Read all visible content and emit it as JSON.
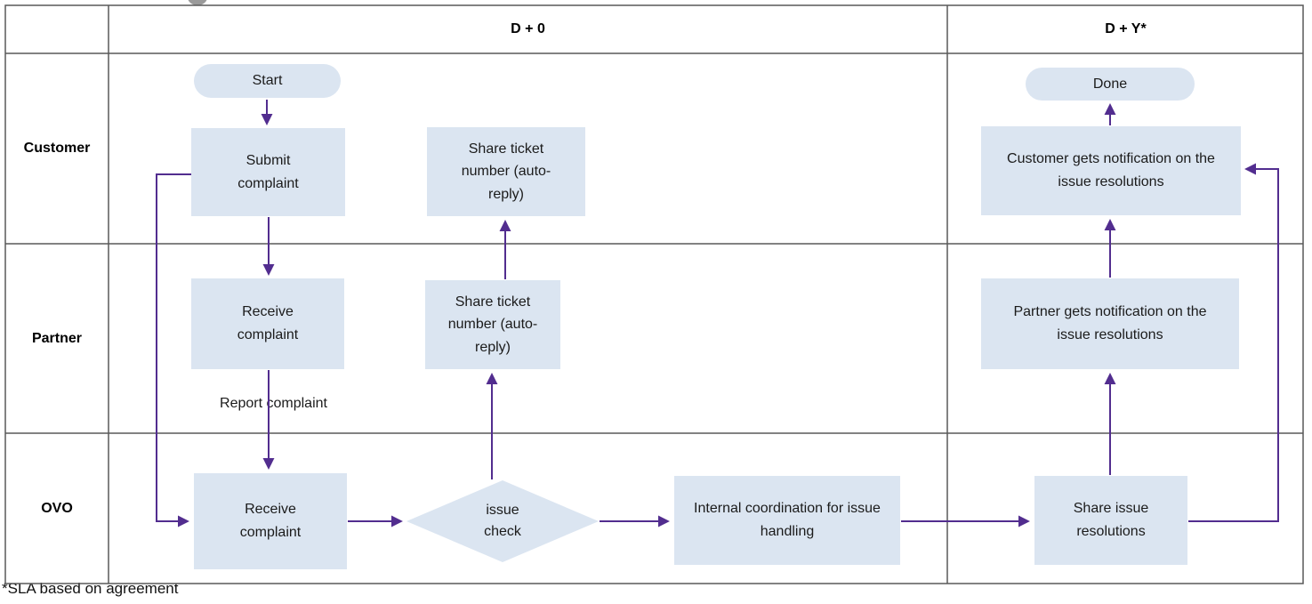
{
  "header": {
    "col_d0": "D + 0",
    "col_dy": "D + Y*"
  },
  "lanes": [
    {
      "label": "Customer"
    },
    {
      "label": "Partner"
    },
    {
      "label": "OVO"
    }
  ],
  "nodes": {
    "start": "Start",
    "submit_complaint": "Submit complaint",
    "share_ticket_customer": "Share ticket number (auto-reply)",
    "done": "Done",
    "customer_notification": "Customer gets notification on the issue resolutions",
    "receive_complaint_partner": "Receive complaint",
    "share_ticket_partner": "Share ticket number (auto-reply)",
    "partner_notification": "Partner gets notification on the issue resolutions",
    "receive_complaint_ovo": "Receive complaint",
    "issue_check": "issue check",
    "internal_coordination": "Internal coordination for issue handling",
    "share_issue_resolutions": "Share issue resolutions",
    "report_complaint_label": "Report complaint"
  },
  "footnote": "*SLA based on agreement",
  "colors": {
    "node_fill": "#dbe5f1",
    "arrow": "#522d8f",
    "grid": "#595959",
    "text": "#1b1b1b"
  }
}
